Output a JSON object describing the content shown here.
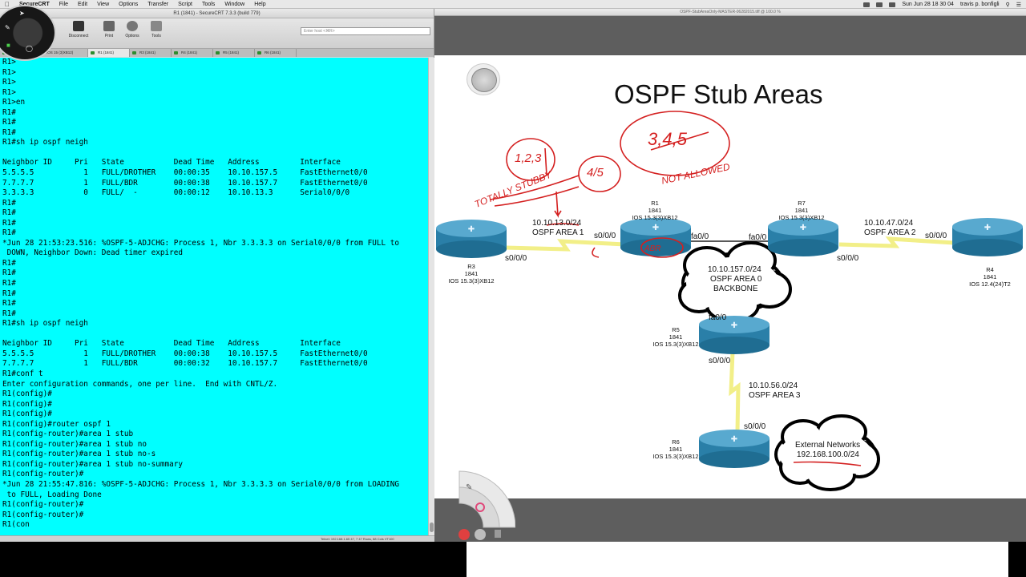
{
  "menubar": {
    "app_name": "SecureCRT",
    "items": [
      "File",
      "Edit",
      "View",
      "Options",
      "Transfer",
      "Script",
      "Tools",
      "Window",
      "Help"
    ],
    "clock": "Sun Jun 28  18 30 04",
    "user": "travis p. bonfigli"
  },
  "crt": {
    "title": "R1 (1841) - SecureCRT 7.3.3 (build 779)",
    "toolbar": {
      "disconnect_label": "Disconnect",
      "print_label": "Print",
      "options_label": "Options",
      "tools_label": "Tools"
    },
    "host_placeholder": "Enter host <⌘R>",
    "tabs": [
      "IOS 15 (3)XB12)",
      "R1 (1841)",
      "R3 (1841)",
      "R4 (1841)",
      "R5 (1841)",
      "R6 (1841)"
    ],
    "status": "Telnet: 192.168.1.65    47, 7   47 Rows, 88 Cols   VT100",
    "lines": [
      "R1>",
      "R1>",
      "R1>",
      "R1>",
      "R1>en",
      "R1#",
      "R1#",
      "R1#",
      "R1#sh ip ospf neigh",
      "",
      "Neighbor ID     Pri   State           Dead Time   Address         Interface",
      "5.5.5.5           1   FULL/DROTHER    00:00:35    10.10.157.5     FastEthernet0/0",
      "7.7.7.7           1   FULL/BDR        00:00:38    10.10.157.7     FastEthernet0/0",
      "3.3.3.3           0   FULL/  -        00:00:12    10.10.13.3      Serial0/0/0",
      "R1#",
      "R1#",
      "R1#",
      "R1#",
      "*Jun 28 21:53:23.516: %OSPF-5-ADJCHG: Process 1, Nbr 3.3.3.3 on Serial0/0/0 from FULL to",
      " DOWN, Neighbor Down: Dead timer expired",
      "R1#",
      "R1#",
      "R1#",
      "R1#",
      "R1#",
      "R1#",
      "R1#sh ip ospf neigh",
      "",
      "Neighbor ID     Pri   State           Dead Time   Address         Interface",
      "5.5.5.5           1   FULL/DROTHER    00:00:38    10.10.157.5     FastEthernet0/0",
      "7.7.7.7           1   FULL/BDR        00:00:32    10.10.157.7     FastEthernet0/0",
      "R1#conf t",
      "Enter configuration commands, one per line.  End with CNTL/Z.",
      "R1(config)#",
      "R1(config)#",
      "R1(config)#",
      "R1(config)#router ospf 1",
      "R1(config-router)#area 1 stub",
      "R1(config-router)#area 1 stub no",
      "R1(config-router)#area 1 stub no-s",
      "R1(config-router)#area 1 stub no-summary",
      "R1(config-router)#",
      "*Jun 28 21:55:47.816: %OSPF-5-ADJCHG: Process 1, Nbr 3.3.3.3 on Serial0/0/0 from LOADING",
      " to FULL, Loading Done",
      "R1(config-router)#",
      "R1(config-router)#",
      "R1(con"
    ]
  },
  "viewer": {
    "title": "OSPF-StubAreaOnly-MASTER-06282015.tiff @ 100.0 %"
  },
  "slide": {
    "title": "OSPF  Stub Areas",
    "routers": {
      "r1": {
        "name": "R1",
        "model": "1841",
        "ios": "IOS 15.3(3)XB12"
      },
      "r3": {
        "name": "R3",
        "model": "1841",
        "ios": "IOS 15.3(3)XB12"
      },
      "r4": {
        "name": "R4",
        "model": "1841",
        "ios": "IOS 12.4(24)T2"
      },
      "r5": {
        "name": "R5",
        "model": "1841",
        "ios": "IOS 15.3(3)XB12"
      },
      "r6": {
        "name": "R6",
        "model": "1841",
        "ios": "IOS 15.3(3)XB12"
      },
      "r7": {
        "name": "R7",
        "model": "1841",
        "ios": "IOS 15.3(3)XB12"
      }
    },
    "links": {
      "area1_net": "10.10.13.0/24",
      "area1_name": "OSPF AREA 1",
      "area2_net": "10.10.47.0/24",
      "area2_name": "OSPF AREA 2",
      "area3_net": "10.10.56.0/24",
      "area3_name": "OSPF AREA 3",
      "backbone_net": "10.10.157.0/24",
      "backbone_name": "OSPF AREA 0",
      "backbone_label": "BACKBONE",
      "external_title": "External Networks",
      "external_net": "192.168.100.0/24"
    },
    "interfaces": {
      "r3_s0": "s0/0/0",
      "r1_s0": "s0/0/0",
      "r1_fa0": "fa0/0",
      "r7_fa0": "fa0/0",
      "r7_s0": "s0/0/0",
      "r4_s0": "s0/0/0",
      "r5_fa0": "fa0/0",
      "r5_s0": "s0/0/0",
      "r6_s0": "s0/0/0"
    },
    "annotations": {
      "areas_allowed": "1,2,3",
      "totally_stubby": "TOTALLY STUBBY",
      "lsa_4_5": "4/5",
      "areas_not": "3,4,5",
      "not_allowed": "NOT ALLOWED",
      "asbr": "ABR"
    }
  }
}
